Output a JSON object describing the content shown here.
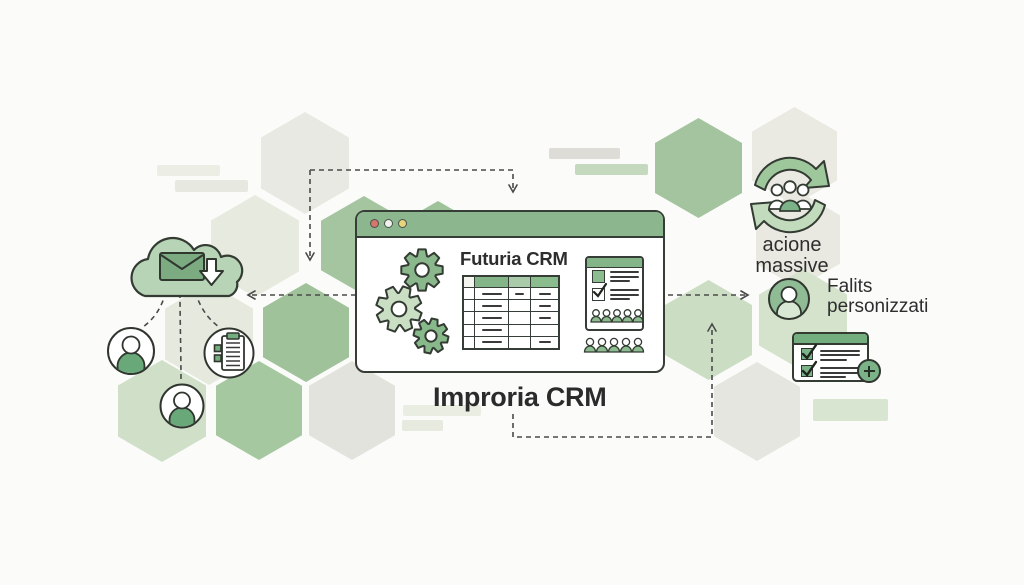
{
  "scene": {
    "type": "illustration",
    "subject": "CRM automation workflow diagram with hexagon background"
  },
  "browser": {
    "title": "Futuria CRM",
    "caption": "Improria CRM"
  },
  "labels": {
    "mass_action_line1": "acione",
    "mass_action_line2": "massive",
    "custom_fields_line1": "Falits",
    "custom_fields_line2": "personizzati"
  },
  "icons": [
    "cloud-download-icon",
    "email-icon",
    "gear-icon",
    "data-table",
    "contact-list-card",
    "user-avatar-icon",
    "clipboard-list-icon",
    "sync-users-icon",
    "profile-avatar-icon",
    "checklist-card",
    "plus-icon",
    "traffic-light-dots",
    "dashed-arrow-connectors"
  ],
  "palette": {
    "background": "#fbfbf9",
    "outline": "#333b33",
    "green_strong": "#74ae7e",
    "green_medium": "#8cb68e",
    "green_light": "#c9dec3",
    "green_pale": "#d5e3cd",
    "hex_gray": "#e9e9e3",
    "dot_red": "#d5756c",
    "dot_white": "#eef2ea",
    "dot_yellow": "#e7d47c",
    "text": "#2b2b2b"
  }
}
